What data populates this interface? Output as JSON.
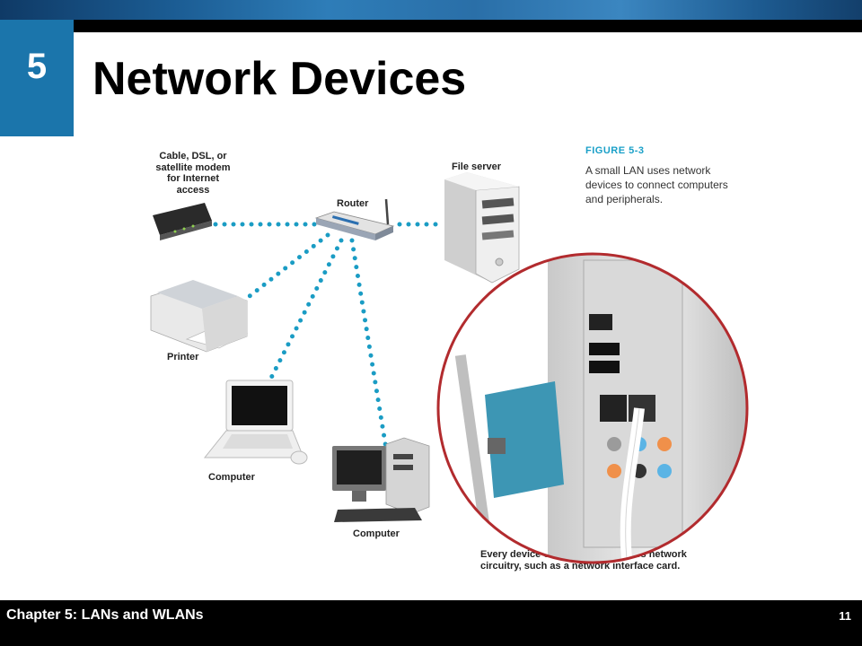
{
  "slide": {
    "chapter_number": "5",
    "title": "Network Devices",
    "footer_left": "Chapter 5: LANs and WLANs",
    "page_number": "11"
  },
  "figure": {
    "label": "FIGURE 5-3",
    "caption": [
      "A small LAN uses network",
      "devices to connect computers",
      "and peripherals."
    ],
    "device_labels": {
      "modem": [
        "Cable, DSL, or",
        "satellite modem",
        "for Internet",
        "access"
      ],
      "router": "Router",
      "file_server": "File server",
      "printer": "Printer",
      "laptop": "Computer",
      "desktop": "Computer"
    },
    "inset_caption": [
      "Every device on a network requires network",
      "circuitry, such as a network interface card."
    ]
  },
  "colors": {
    "link_dots": "#1a9cc4",
    "inset_border": "#b22b2e",
    "chapter_box": "#1b75ab"
  }
}
